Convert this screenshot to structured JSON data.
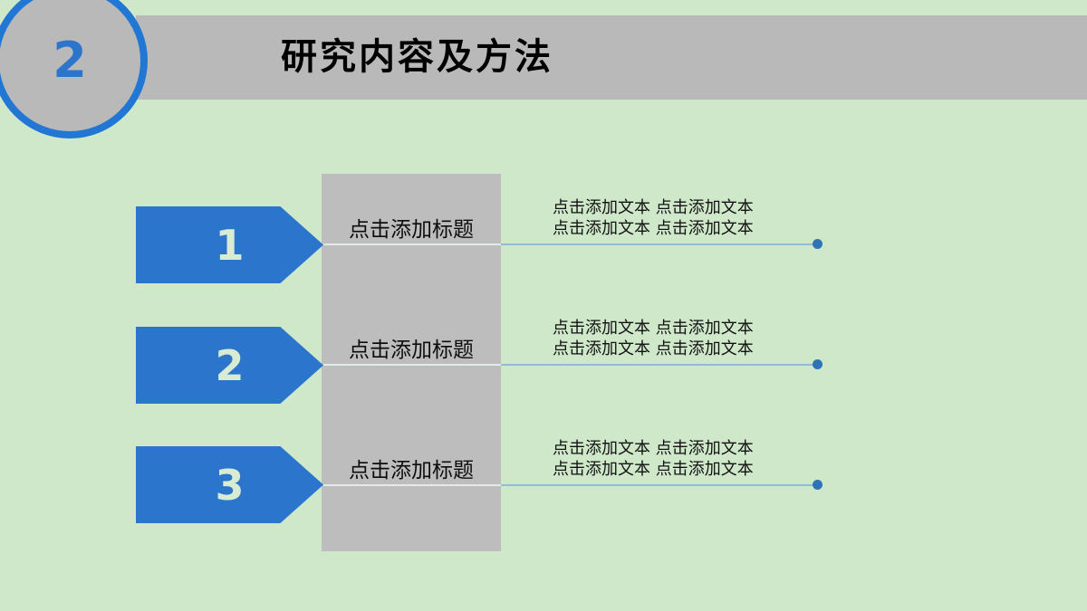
{
  "slide": {
    "section": {
      "number": "2"
    },
    "header": {
      "title": "研究内容及方法"
    },
    "colors": {
      "background_green": "#cfe8ca",
      "bar_gray": "#b9b9b9",
      "column_gray": "#bdbdbd",
      "arrow_blue": "#2b76cc",
      "circle_border_blue": "#2277d4",
      "arrow_number_light_green": "#d8ecd3",
      "connector_blue": "#93bbd5",
      "dot_blue": "#2e74b5",
      "title_black": "#000000"
    },
    "rows": [
      {
        "number": "1",
        "heading": "点击添加标题",
        "body_line1": "点击添加文本 点击添加文本",
        "body_line2": "点击添加文本 点击添加文本"
      },
      {
        "number": "2",
        "heading": "点击添加标题",
        "body_line1": "点击添加文本 点击添加文本",
        "body_line2": "点击添加文本 点击添加文本"
      },
      {
        "number": "3",
        "heading": "点击添加标题",
        "body_line1": "点击添加文本 点击添加文本",
        "body_line2": "点击添加文本 点击添加文本"
      }
    ]
  }
}
